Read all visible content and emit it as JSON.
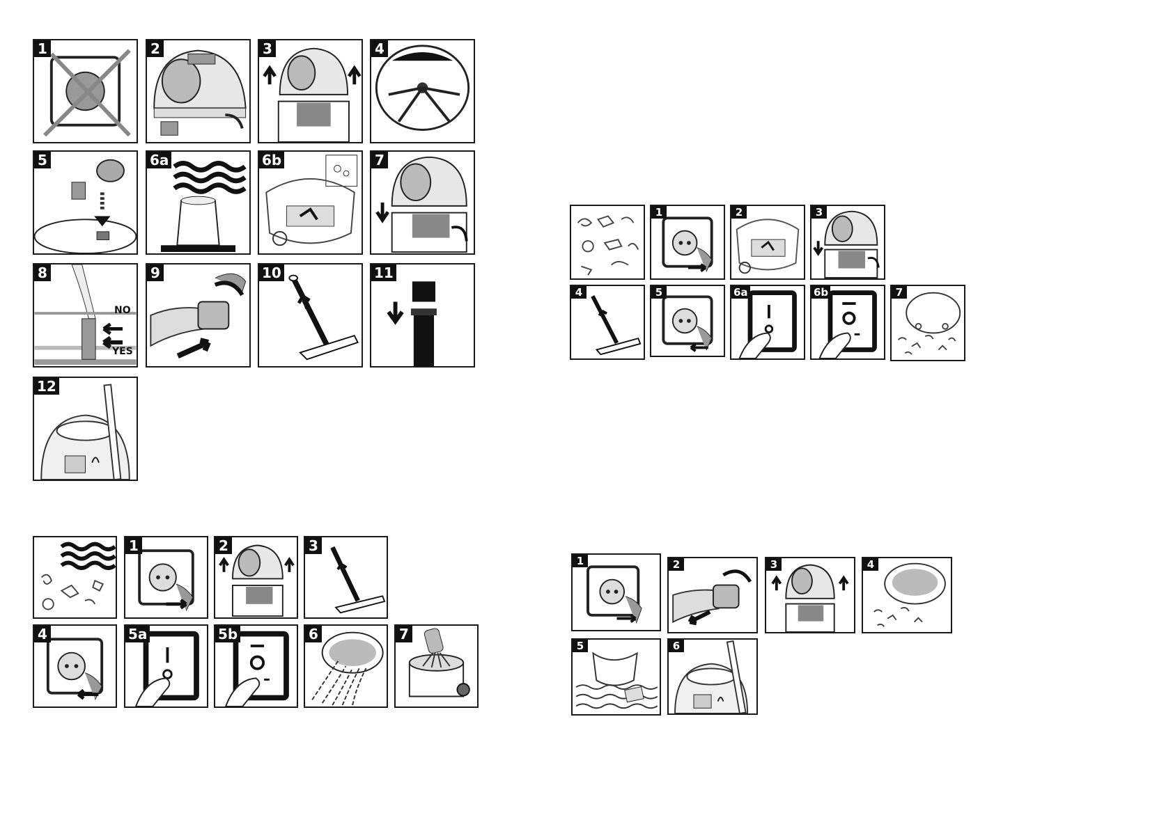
{
  "section_a": {
    "badges": [
      "1",
      "2",
      "3",
      "4",
      "5",
      "6a",
      "6b",
      "7",
      "8",
      "9",
      "10",
      "11",
      "12"
    ],
    "no_label": "NO",
    "yes_label": "YES"
  },
  "section_b": {
    "badges": [
      "1",
      "2",
      "3",
      "4",
      "5a",
      "5b",
      "6",
      "7"
    ]
  },
  "section_c": {
    "badges": [
      "1",
      "2",
      "3",
      "4",
      "5",
      "6a",
      "6b",
      "7"
    ]
  },
  "section_d": {
    "badges": [
      "1",
      "2",
      "3",
      "4",
      "5",
      "6"
    ]
  },
  "icons": {
    "socket": "socket-icon",
    "unplug": "unplug-icon",
    "vacuum_head": "vacuum-head-icon",
    "filter": "filter-icon",
    "water": "water-waves-icon",
    "hose": "hose-icon",
    "nozzle": "floor-nozzle-icon",
    "switch_on": "switch-on-icon",
    "switch_off": "switch-off-icon",
    "debris": "debris-icon",
    "container": "container-icon",
    "tube": "tube-icon"
  }
}
